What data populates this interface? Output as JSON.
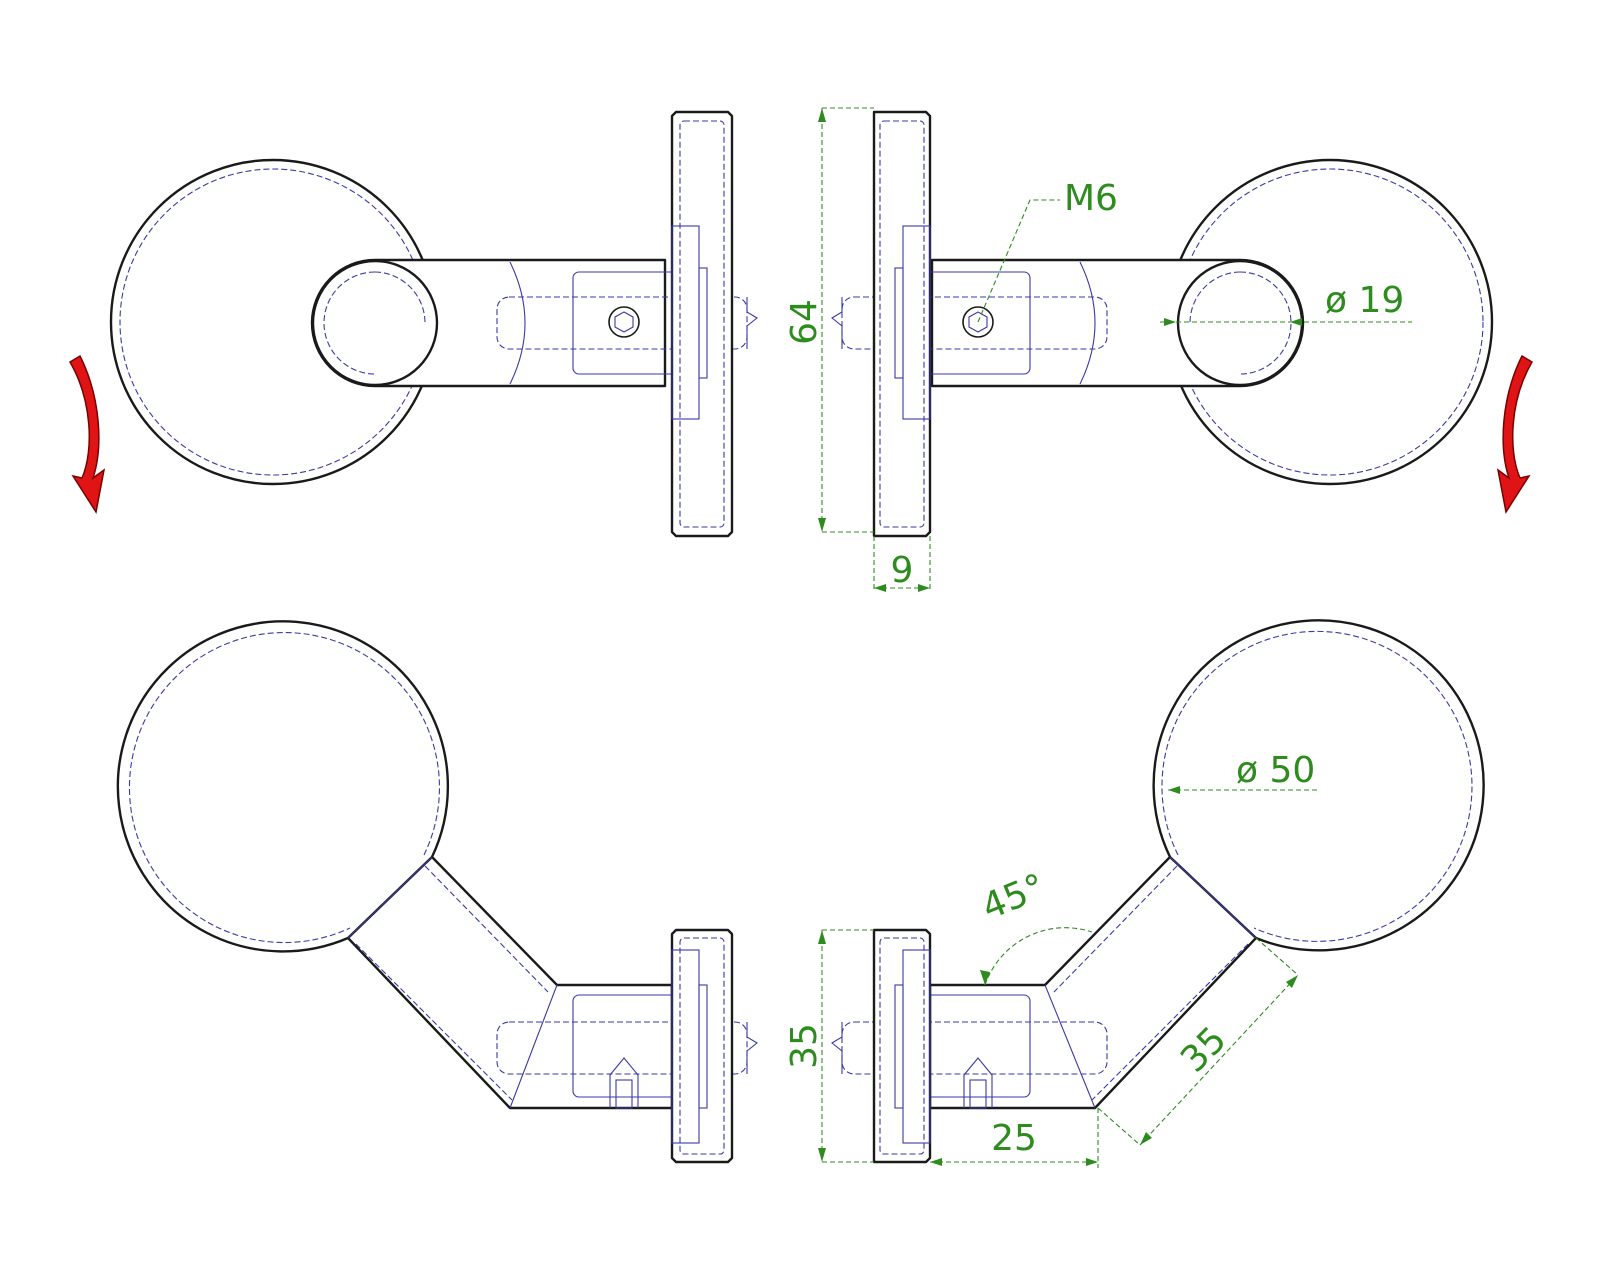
{
  "labels": {
    "thread": "M6",
    "dia_small": "ø 19",
    "dia_large": "ø 50",
    "height_top": "64",
    "thickness": "9",
    "height_bottom": "35",
    "angle": "45°",
    "arm_length": "35",
    "offset": "25"
  },
  "colors": {
    "outline": "#1a1a1a",
    "hidden_lines": "#3a3aa8",
    "dimensions": "#2e8b1e",
    "rotation_arrows": "#e01414"
  }
}
